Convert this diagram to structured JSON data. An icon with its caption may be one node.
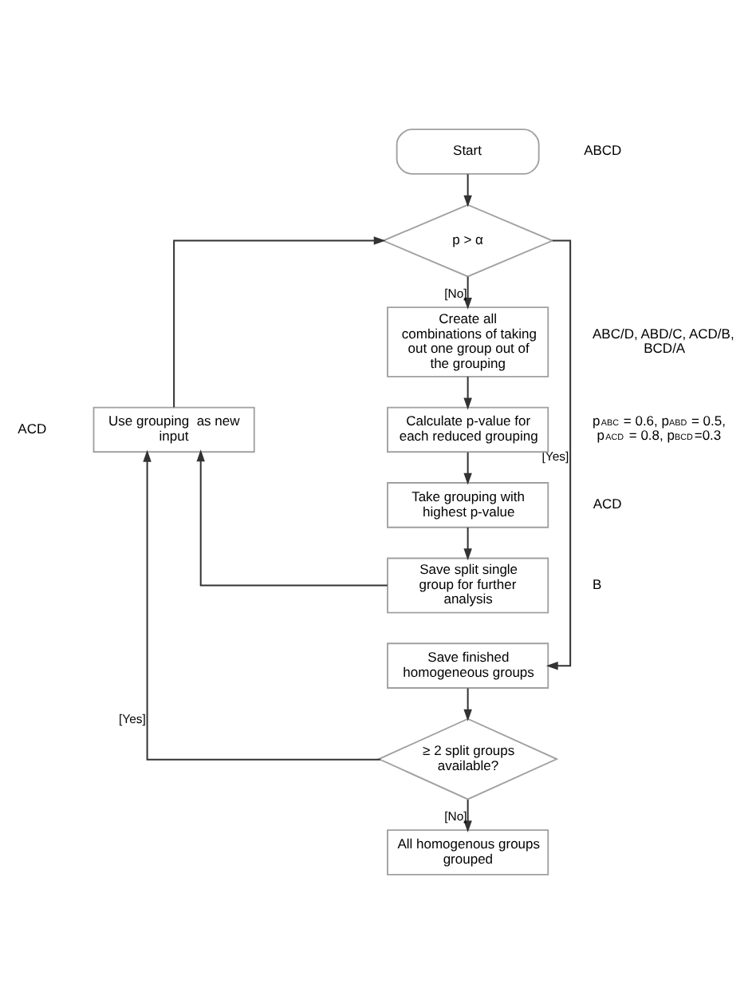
{
  "diagram": {
    "nodes": [
      {
        "text": [
          "Start"
        ],
        "beside": [
          "ABCD"
        ]
      },
      {
        "text": [
          "p > α"
        ]
      },
      {
        "text": [
          "Create all combinations of taking out one group out of the grouping"
        ],
        "beside": [
          "ABC/D, ABD/C, ACD/B, BCD/A"
        ]
      },
      {
        "text": [
          "Calculate p-value for each reduced grouping"
        ],
        "beside": [
          "p$_{ABC}$ = 0.6, p$_{ABD}$ = 0.5, p$_{ACD}$ = 0.8, p$_{BCD}$=0.3"
        ]
      },
      {
        "text": [
          "Take grouping with highest p-value"
        ],
        "beside": [
          "ACD"
        ]
      },
      {
        "text": [
          "Save split single group for further analysis"
        ],
        "beside": [
          "B"
        ]
      },
      {
        "text": [
          "Save finished homogeneous groups"
        ]
      },
      {
        "text": [
          "≥ 2 split groups available?"
        ]
      },
      {
        "text": [
          "All homogenous groups grouped"
        ]
      },
      {
        "text": [
          "Use grouping  as new input"
        ],
        "beside": [
          "ACD"
        ]
      }
    ],
    "edges": [
      {
        "from": 0,
        "to": 1,
        "arrow": "to"
      },
      {
        "from": 1,
        "to": 2,
        "arrow": "to",
        "label": "[No]"
      },
      {
        "from": 2,
        "to": 3,
        "arrow": "to"
      },
      {
        "from": 3,
        "to": 4,
        "arrow": "to"
      },
      {
        "from": 4,
        "to": 5,
        "arrow": "to"
      },
      {
        "from": 5,
        "to": 9,
        "arrow": "to"
      },
      {
        "from": 7,
        "to": 9,
        "arrow": "to",
        "label": "[Yes]"
      },
      {
        "from": 9,
        "to": 1,
        "arrow": "to"
      },
      {
        "from": 1,
        "to": 6,
        "arrow": "to",
        "label": "[Yes]"
      },
      {
        "from": 6,
        "to": 7,
        "arrow": "to"
      },
      {
        "from": 7,
        "to": 8,
        "arrow": "to",
        "label": "[No]"
      }
    ]
  }
}
